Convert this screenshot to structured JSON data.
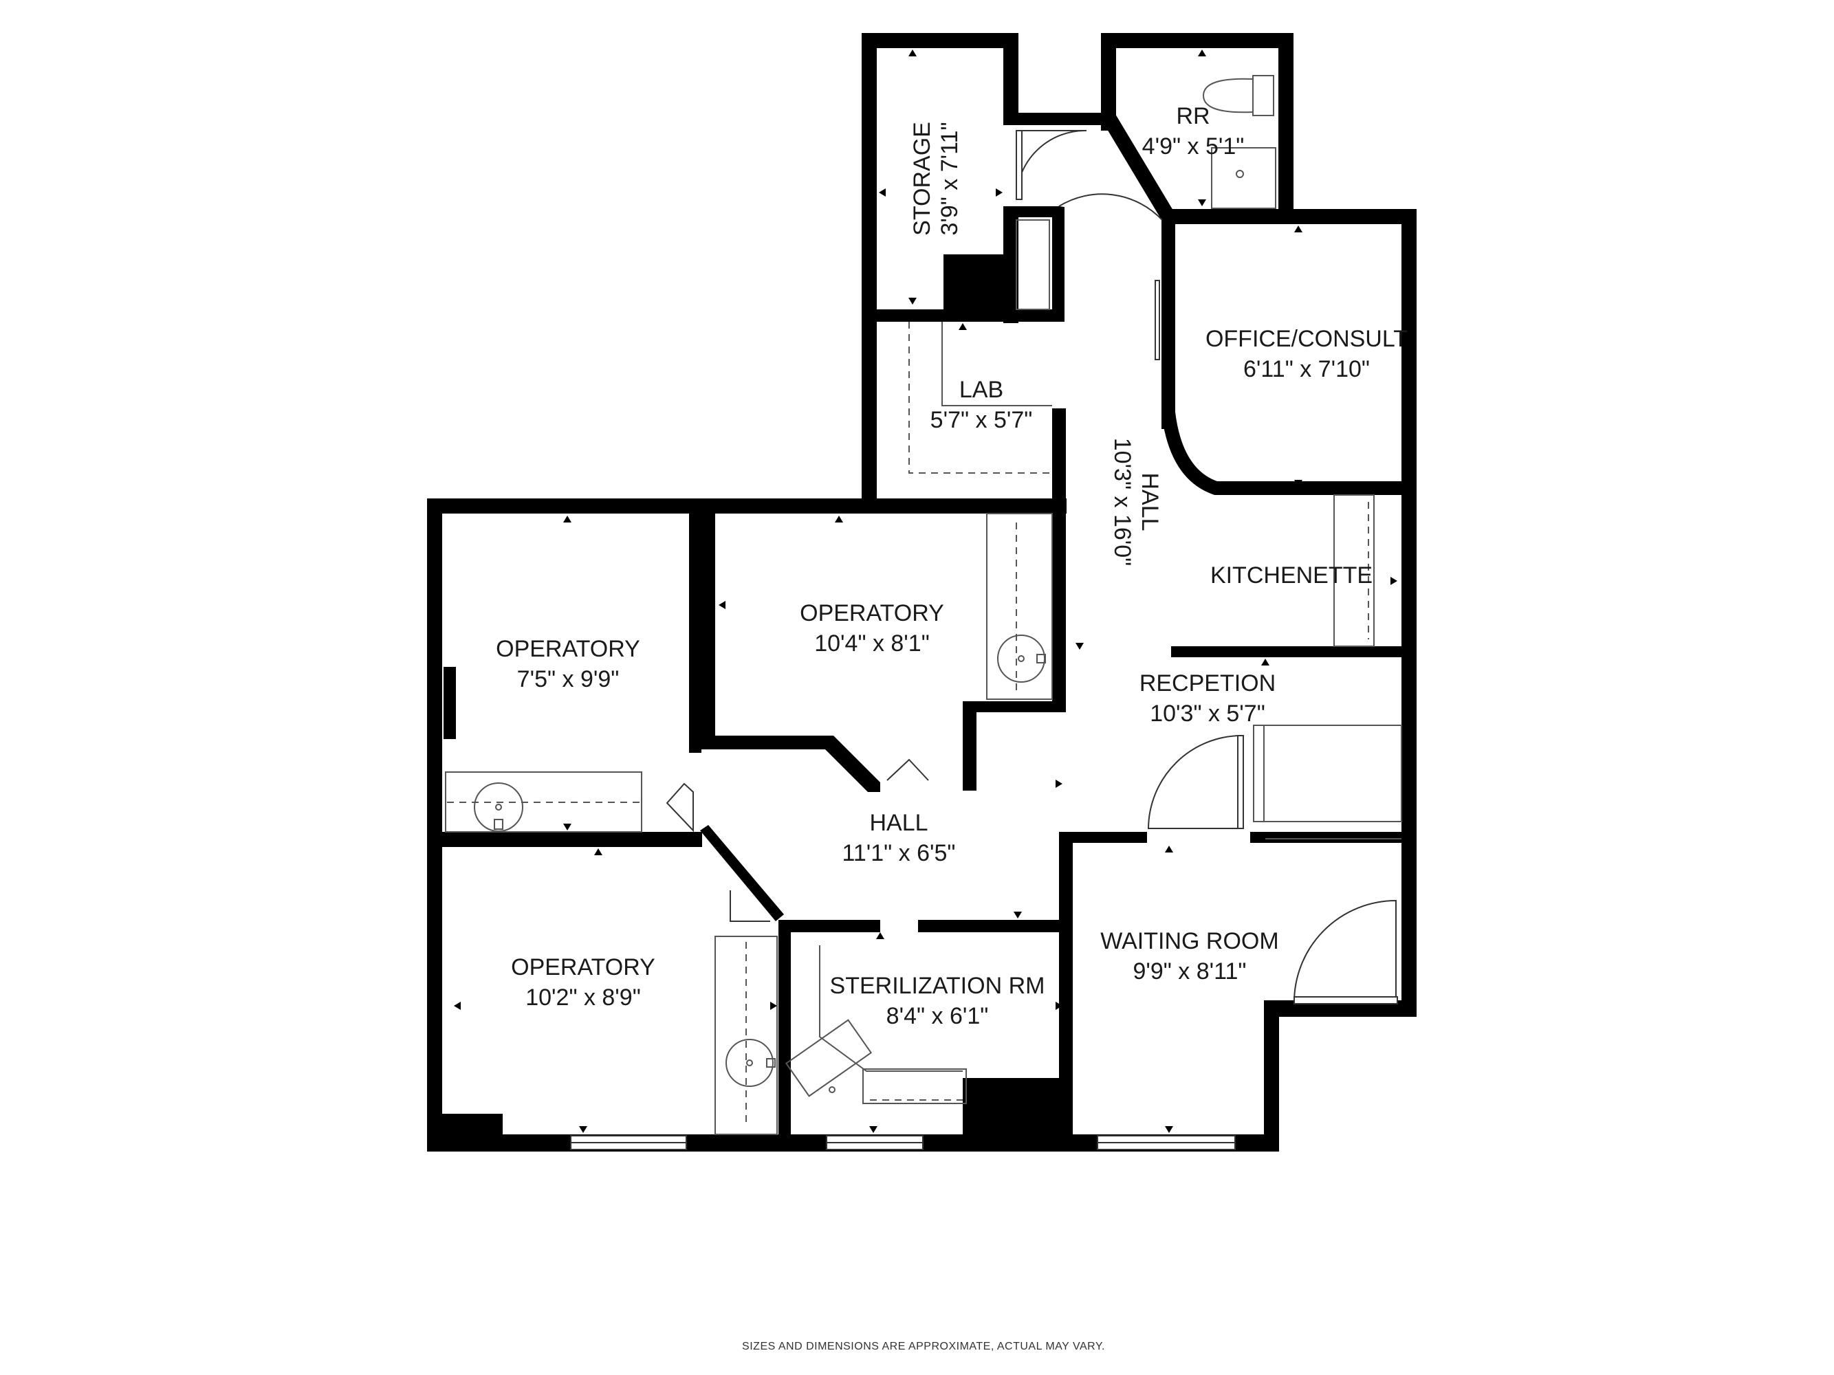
{
  "rooms": {
    "storage": {
      "name": "STORAGE",
      "dims": "3'9\" x 7'11\""
    },
    "rr": {
      "name": "RR",
      "dims": "4'9\" x 5'1\""
    },
    "office": {
      "name": "OFFICE/CONSULT",
      "dims": "6'11\" x 7'10\""
    },
    "lab": {
      "name": "LAB",
      "dims": "5'7\" x 5'7\""
    },
    "hall_vertical": {
      "name": "HALL",
      "dims": "10'3\" x 16'0\""
    },
    "kitchenette": {
      "name": "KITCHENETTE",
      "dims": ""
    },
    "operatory_center": {
      "name": "OPERATORY",
      "dims": "10'4\" x 8'1\""
    },
    "operatory_left": {
      "name": "OPERATORY",
      "dims": "7'5\" x 9'9\""
    },
    "reception": {
      "name": "RECPETION",
      "dims": "10'3\" x 5'7\""
    },
    "hall_lower": {
      "name": "HALL",
      "dims": "11'1\" x 6'5\""
    },
    "operatory_bottom": {
      "name": "OPERATORY",
      "dims": "10'2\" x 8'9\""
    },
    "sterilization": {
      "name": "STERILIZATION RM",
      "dims": "8'4\" x 6'1\""
    },
    "waiting": {
      "name": "WAITING ROOM",
      "dims": "9'9\" x 8'11\""
    }
  },
  "footer": "SIZES AND DIMENSIONS ARE APPROXIMATE, ACTUAL MAY VARY.",
  "colors": {
    "wall": "#000000",
    "background": "#ffffff",
    "text": "#1a1a1a"
  }
}
